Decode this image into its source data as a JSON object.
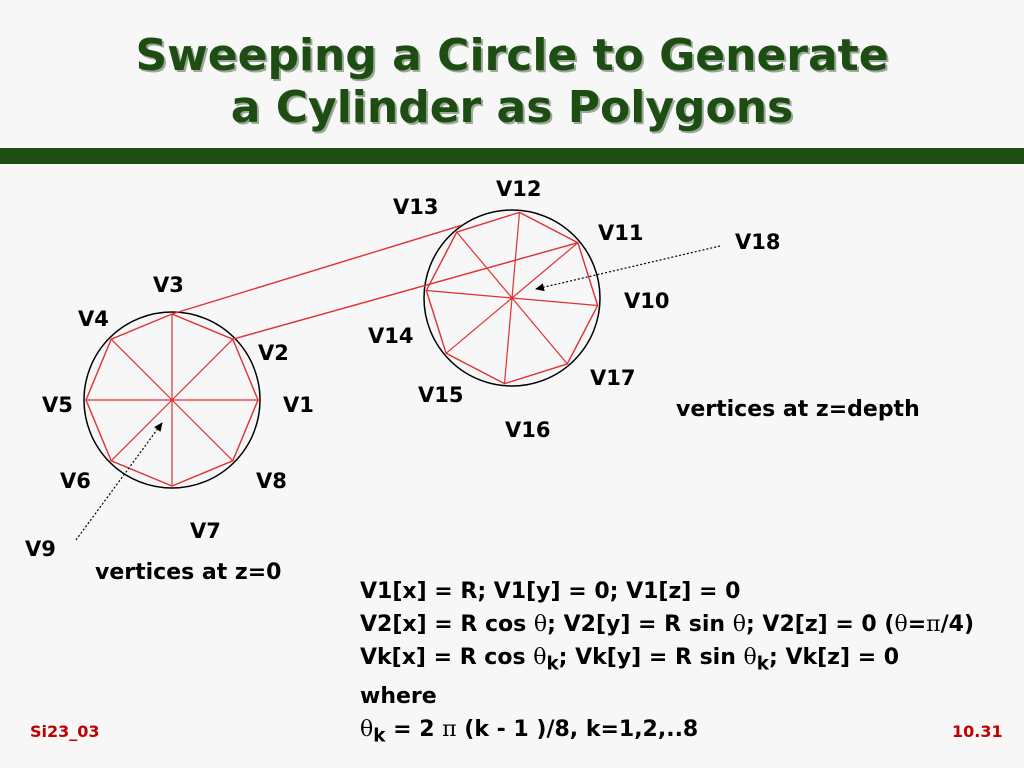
{
  "slide": {
    "title_line1": "Sweeping a Circle to Generate",
    "title_line2": "a Cylinder as Polygons",
    "footer_left": "Si23_03",
    "footer_right": "10.31"
  },
  "diagram": {
    "vertex_labels_front": [
      "V1",
      "V2",
      "V3",
      "V4",
      "V5",
      "V6",
      "V7",
      "V8"
    ],
    "center_label_front": "V9",
    "vertex_labels_back": [
      "V10",
      "V11",
      "V12",
      "V13",
      "V14",
      "V15",
      "V16",
      "V17"
    ],
    "center_label_back": "V18",
    "note_front": "vertices at z=0",
    "note_back": "vertices at z=depth"
  },
  "formulas": {
    "line1": "V1[x] = R; V1[y] = 0; V1[z] = 0",
    "line2_a": "V2[x] = R cos ",
    "line2_b": "; V2[y] = R sin ",
    "line2_c": "; V2[z] = 0 (",
    "line2_d": "=",
    "line2_e": "/4)",
    "line3_a": "Vk[x] = R cos ",
    "line3_b": "; Vk[y] = R sin ",
    "line3_c": ";  Vk[z] = 0",
    "line4": "where",
    "line5_a": " = 2 ",
    "line5_b": " (k - 1 )/8, k=1,2,..8",
    "theta": "θ",
    "pi": "π",
    "sub_k": "k"
  },
  "colors": {
    "title_green": "#1e4d14",
    "polygon_red": "#e03030",
    "footer_red": "#c00000"
  }
}
